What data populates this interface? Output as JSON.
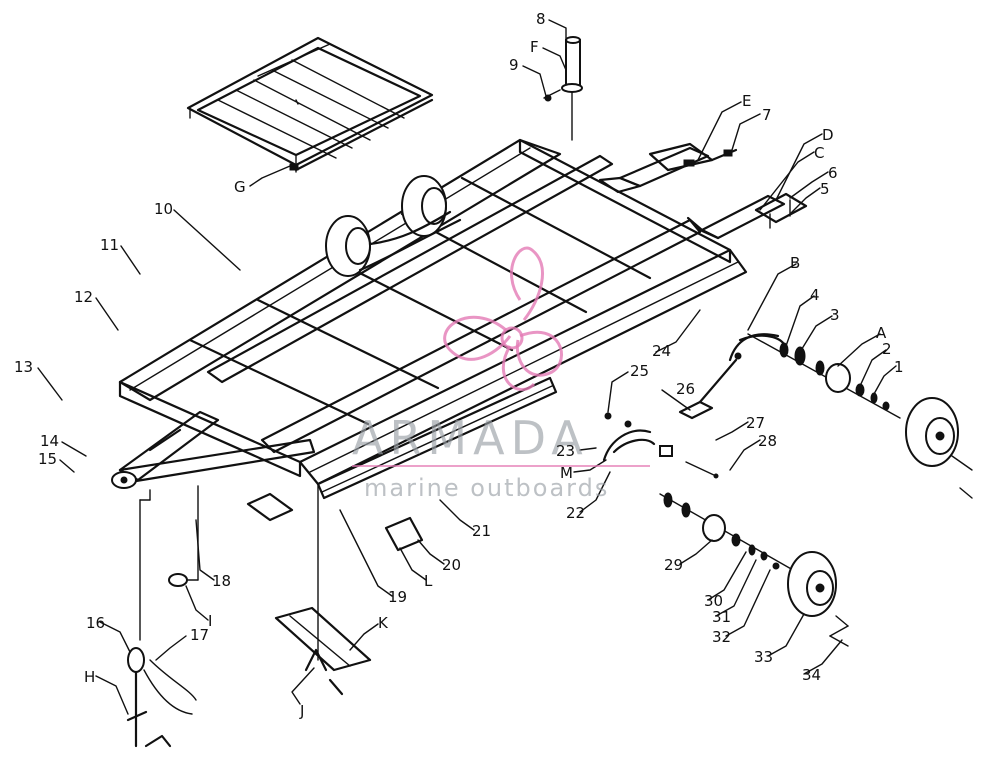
{
  "watermark": {
    "brand": "ARMADA",
    "tagline": "marine outboards",
    "logo_icon": "seashell-logo-icon",
    "logo_color": "#e47ab5"
  },
  "callouts": [
    {
      "id": "8",
      "label": "8"
    },
    {
      "id": "F",
      "label": "F"
    },
    {
      "id": "9",
      "label": "9"
    },
    {
      "id": "E",
      "label": "E"
    },
    {
      "id": "7",
      "label": "7"
    },
    {
      "id": "D",
      "label": "D"
    },
    {
      "id": "C",
      "label": "C"
    },
    {
      "id": "6",
      "label": "6"
    },
    {
      "id": "5",
      "label": "5"
    },
    {
      "id": "G",
      "label": "G"
    },
    {
      "id": "10",
      "label": "10"
    },
    {
      "id": "11",
      "label": "11"
    },
    {
      "id": "12",
      "label": "12"
    },
    {
      "id": "13",
      "label": "13"
    },
    {
      "id": "14",
      "label": "14"
    },
    {
      "id": "15",
      "label": "15"
    },
    {
      "id": "B",
      "label": "B"
    },
    {
      "id": "4",
      "label": "4"
    },
    {
      "id": "3",
      "label": "3"
    },
    {
      "id": "A",
      "label": "A"
    },
    {
      "id": "2",
      "label": "2"
    },
    {
      "id": "1",
      "label": "1"
    },
    {
      "id": "24",
      "label": "24"
    },
    {
      "id": "25",
      "label": "25"
    },
    {
      "id": "26",
      "label": "26"
    },
    {
      "id": "27",
      "label": "27"
    },
    {
      "id": "28",
      "label": "28"
    },
    {
      "id": "23",
      "label": "23"
    },
    {
      "id": "M",
      "label": "M"
    },
    {
      "id": "22",
      "label": "22"
    },
    {
      "id": "21",
      "label": "21"
    },
    {
      "id": "20",
      "label": "20"
    },
    {
      "id": "L",
      "label": "L"
    },
    {
      "id": "19",
      "label": "19"
    },
    {
      "id": "18",
      "label": "18"
    },
    {
      "id": "I",
      "label": "I"
    },
    {
      "id": "29",
      "label": "29"
    },
    {
      "id": "30",
      "label": "30"
    },
    {
      "id": "31",
      "label": "31"
    },
    {
      "id": "32",
      "label": "32"
    },
    {
      "id": "33",
      "label": "33"
    },
    {
      "id": "34",
      "label": "34"
    },
    {
      "id": "16",
      "label": "16"
    },
    {
      "id": "17",
      "label": "17"
    },
    {
      "id": "H",
      "label": "H"
    },
    {
      "id": "K",
      "label": "K"
    },
    {
      "id": "J",
      "label": "J"
    }
  ]
}
